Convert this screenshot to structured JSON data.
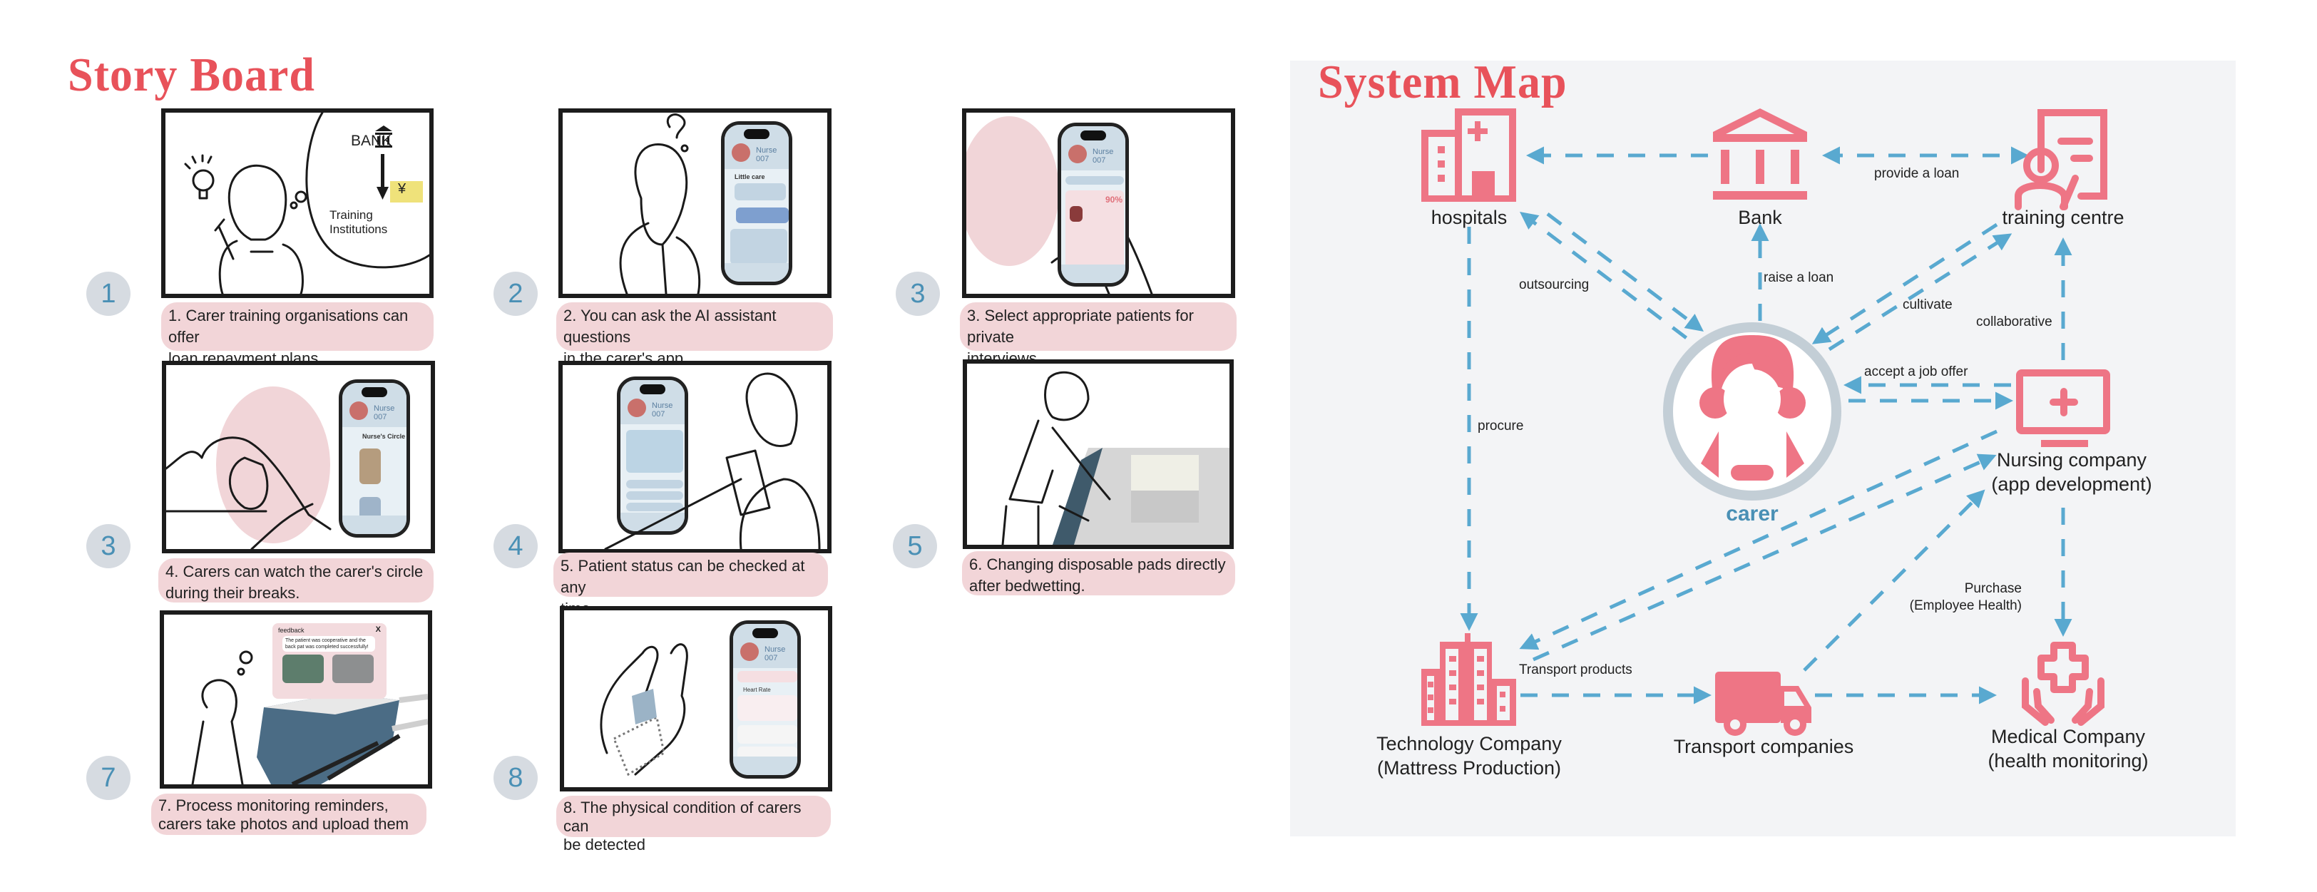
{
  "storyboard": {
    "title": "Story Board",
    "panels": [
      {
        "num": "1",
        "caption_line1": "1. Carer training organisations can offer",
        "caption_line2": "loan repayment plans.",
        "scene": {
          "bank_label": "BANK",
          "currency": "¥",
          "institution_label": "Training Institutions"
        }
      },
      {
        "num": "2",
        "caption_line1": "2. You can ask the AI assistant questions",
        "caption_line2": "in the carer's app.",
        "scene": {
          "app_user": "Nurse 007",
          "assistant_name": "Little care"
        }
      },
      {
        "num": "3",
        "caption_line1": "3. Select appropriate patients for private",
        "caption_line2": "interviews.",
        "scene": {
          "app_user": "Nurse 007",
          "match_percent": "90%"
        }
      },
      {
        "num": "3",
        "caption_line1": "4. Carers can watch the carer's circle",
        "caption_line2": "during their breaks.",
        "scene": {
          "app_user": "Nurse 007",
          "screen_title": "Nurse's Circle"
        }
      },
      {
        "num": "4",
        "caption_line1": "5. Patient status can be checked at any",
        "caption_line2": "time.",
        "scene": {
          "app_user": "Nurse 007"
        }
      },
      {
        "num": "5",
        "caption_line1": "6. Changing disposable pads directly",
        "caption_line2": "after bedwetting.",
        "scene": {}
      },
      {
        "num": "7",
        "caption_line1": "7. Process monitoring reminders,",
        "caption_line2": "carers take photos and upload them",
        "scene": {
          "popup_title": "feedback",
          "popup_close": "X",
          "popup_message": "The patient was cooperative and the back pat was completed successfully!"
        }
      },
      {
        "num": "8",
        "caption_line1": "8. The physical condition of carers can",
        "caption_line2": "be detected",
        "scene": {
          "app_user": "Nurse 007",
          "metric": "Heart Rate"
        }
      }
    ]
  },
  "system_map": {
    "title": "System Map",
    "nodes": {
      "hospitals": {
        "label": "hospitals",
        "icon": "hospital-icon"
      },
      "bank": {
        "label": "Bank",
        "icon": "bank-icon"
      },
      "training": {
        "label": "training centre",
        "icon": "training-certificate-icon"
      },
      "carer": {
        "label": "carer",
        "icon": "carer-avatar-icon"
      },
      "nursing": {
        "label_line1": "Nursing company",
        "label_line2": "(app development)",
        "icon": "monitor-medical-icon"
      },
      "tech": {
        "label_line1": "Technology Company",
        "label_line2": "(Mattress Production)",
        "icon": "office-building-icon"
      },
      "transport": {
        "label": "Transport companies",
        "icon": "truck-icon"
      },
      "medical": {
        "label_line1": "Medical Company",
        "label_line2": "(health monitoring)",
        "icon": "hands-medical-cross-icon"
      }
    },
    "edges": {
      "provide_loan": "provide a loan",
      "raise_loan": "raise a loan",
      "outsourcing": "outsourcing",
      "cultivate": "cultivate",
      "collaborative": "collaborative",
      "accept_job": "accept a job offer",
      "procure": "procure",
      "transport_products": "Transport products",
      "purchase_line1": "Purchase",
      "purchase_line2": "(Employee Health)"
    },
    "colors": {
      "icon": "#ee7585",
      "arrow": "#59a9d0",
      "ring": "#c3ced6",
      "carer_label": "#4a90b5",
      "background": "#f3f4f6"
    }
  }
}
